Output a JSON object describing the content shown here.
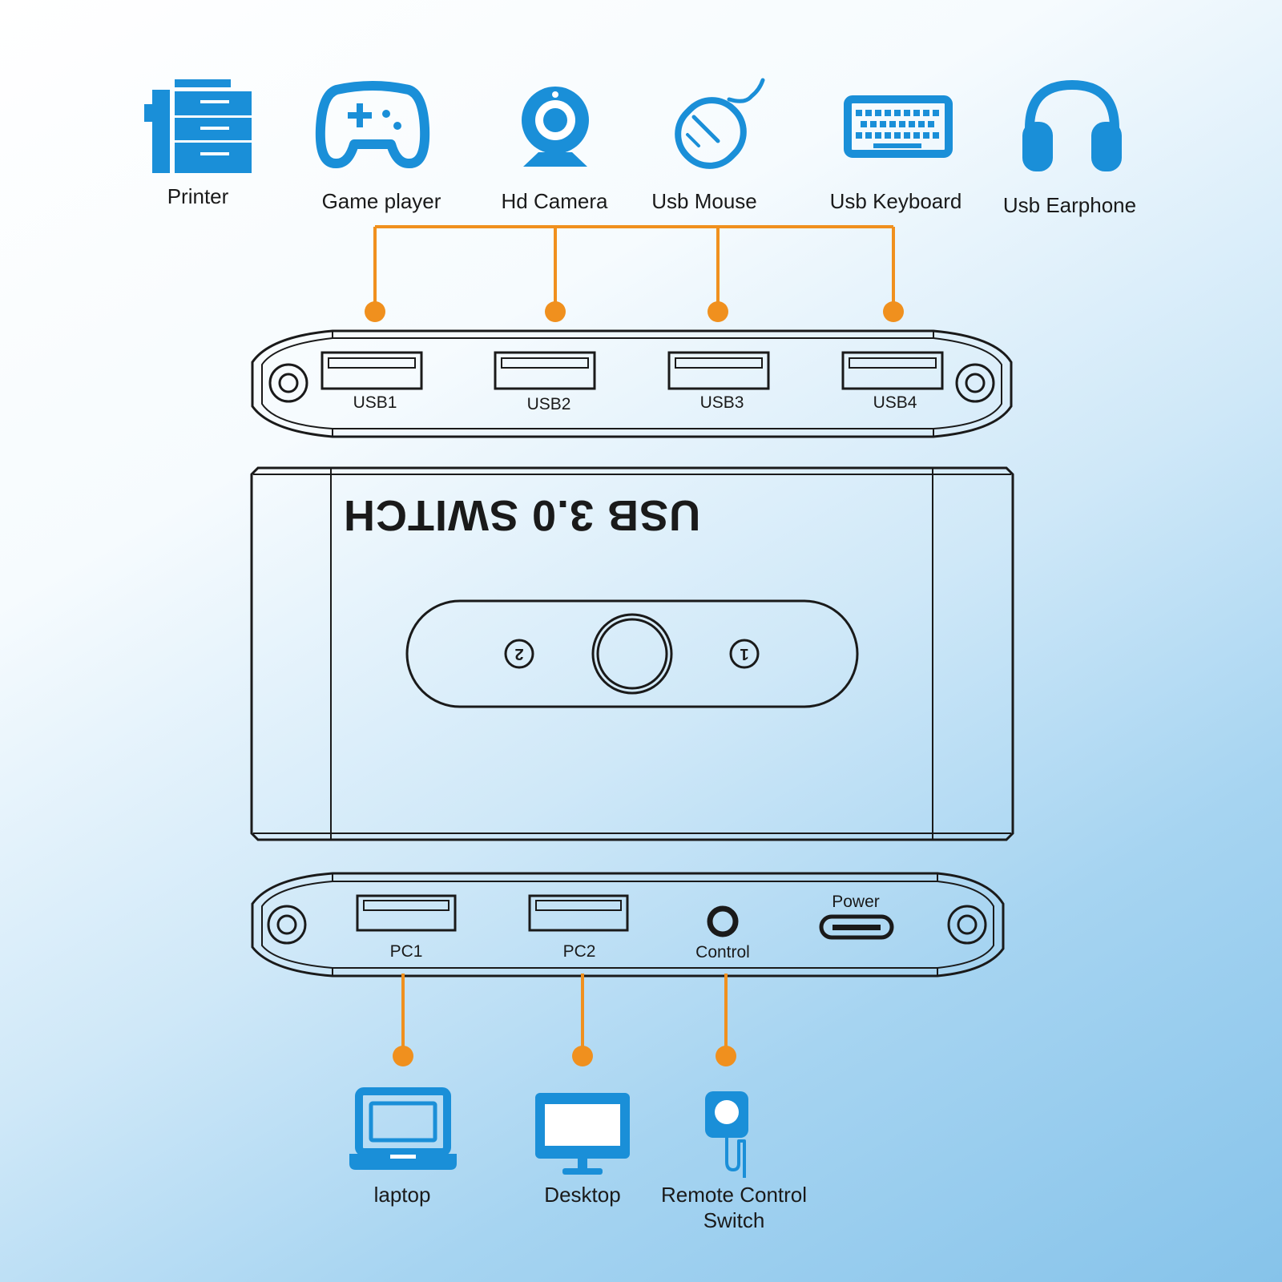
{
  "colors": {
    "icon": "#1a8fd8",
    "connector": "#f0901e",
    "outline": "#1a1a1a"
  },
  "devices": [
    {
      "label": "Printer",
      "icon": "printer-icon"
    },
    {
      "label": "Game player",
      "icon": "gamepad-icon"
    },
    {
      "label": "Hd Camera",
      "icon": "webcam-icon"
    },
    {
      "label": "Usb Mouse",
      "icon": "mouse-icon"
    },
    {
      "label": "Usb Keyboard",
      "icon": "keyboard-icon"
    },
    {
      "label": "Usb Earphone",
      "icon": "headphones-icon"
    }
  ],
  "top_panel": {
    "ports": [
      "USB1",
      "USB2",
      "USB3",
      "USB4"
    ]
  },
  "switch": {
    "title": "USB 3.0 SWITCH",
    "indicator_left": "2",
    "indicator_right": "1"
  },
  "bottom_panel": {
    "ports": [
      "PC1",
      "PC2"
    ],
    "control_label": "Control",
    "power_label": "Power"
  },
  "targets": [
    {
      "label": "laptop",
      "icon": "laptop-icon"
    },
    {
      "label": "Desktop",
      "icon": "desktop-icon"
    },
    {
      "label": "Remote Control",
      "label2": "Switch",
      "icon": "remote-switch-icon"
    }
  ]
}
